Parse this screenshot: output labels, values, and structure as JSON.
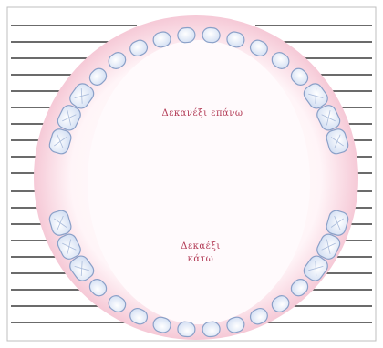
{
  "diagram": {
    "labels": {
      "upper_jaw": "Δεκανέξι επάνω",
      "lower_jaw_line1": "Δεκαέξι",
      "lower_jaw_line2": "κάτω"
    },
    "colors": {
      "frame": "#bfbfbf",
      "rule_line": "#3a3a3a",
      "gum_pink": "#f1b7c8",
      "gum_inner": "#fff5f8",
      "tooth_fill": "#e8f0fb",
      "tooth_stroke": "#8aa0c8",
      "label": "#b23a55"
    },
    "teeth_upper": 16,
    "teeth_lower": 16
  }
}
